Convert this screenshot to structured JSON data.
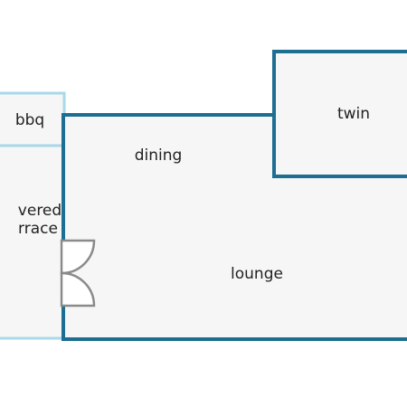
{
  "rooms": {
    "bbq": "bbq",
    "covered_terrace_line1": "vered",
    "covered_terrace_line2": "rrace",
    "dining": "dining",
    "lounge": "lounge",
    "twin": "twin"
  },
  "colors": {
    "interior_wall": "#1d6e93",
    "exterior_wall": "#a9d8e8",
    "floor_fill": "#f6f6f6",
    "door_frame": "#8a8a8a",
    "door_fill": "#ffffff",
    "text": "#222222"
  }
}
